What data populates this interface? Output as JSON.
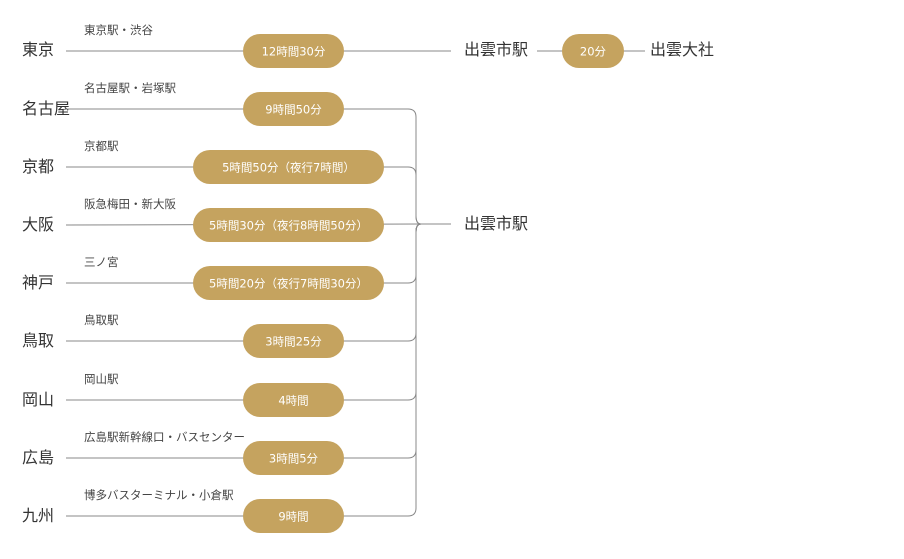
{
  "colors": {
    "pill": "#c5a35f",
    "line": "#888888",
    "text": "#333333"
  },
  "top_route": {
    "origin": "東京",
    "station": "東京駅・渋谷",
    "duration": "12時間30分",
    "destination": "出雲市駅",
    "final_duration": "20分",
    "final_destination": "出雲大社"
  },
  "hub_label": "出雲市駅",
  "routes": [
    {
      "origin": "名古屋",
      "station": "名古屋駅・岩塚駅",
      "duration": "9時間50分"
    },
    {
      "origin": "京都",
      "station": "京都駅",
      "duration": "5時間50分（夜行7時間）"
    },
    {
      "origin": "大阪",
      "station": "阪急梅田・新大阪",
      "duration": "5時間30分（夜行8時間50分）"
    },
    {
      "origin": "神戸",
      "station": "三ノ宮",
      "duration": "5時間20分（夜行7時間30分）"
    },
    {
      "origin": "鳥取",
      "station": "鳥取駅",
      "duration": "3時間25分"
    },
    {
      "origin": "岡山",
      "station": "岡山駅",
      "duration": "4時間"
    },
    {
      "origin": "広島",
      "station": "広島駅新幹線口・バスセンター",
      "duration": "3時間5分"
    },
    {
      "origin": "九州",
      "station": "博多バスターミナル・小倉駅",
      "duration": "9時間"
    }
  ]
}
